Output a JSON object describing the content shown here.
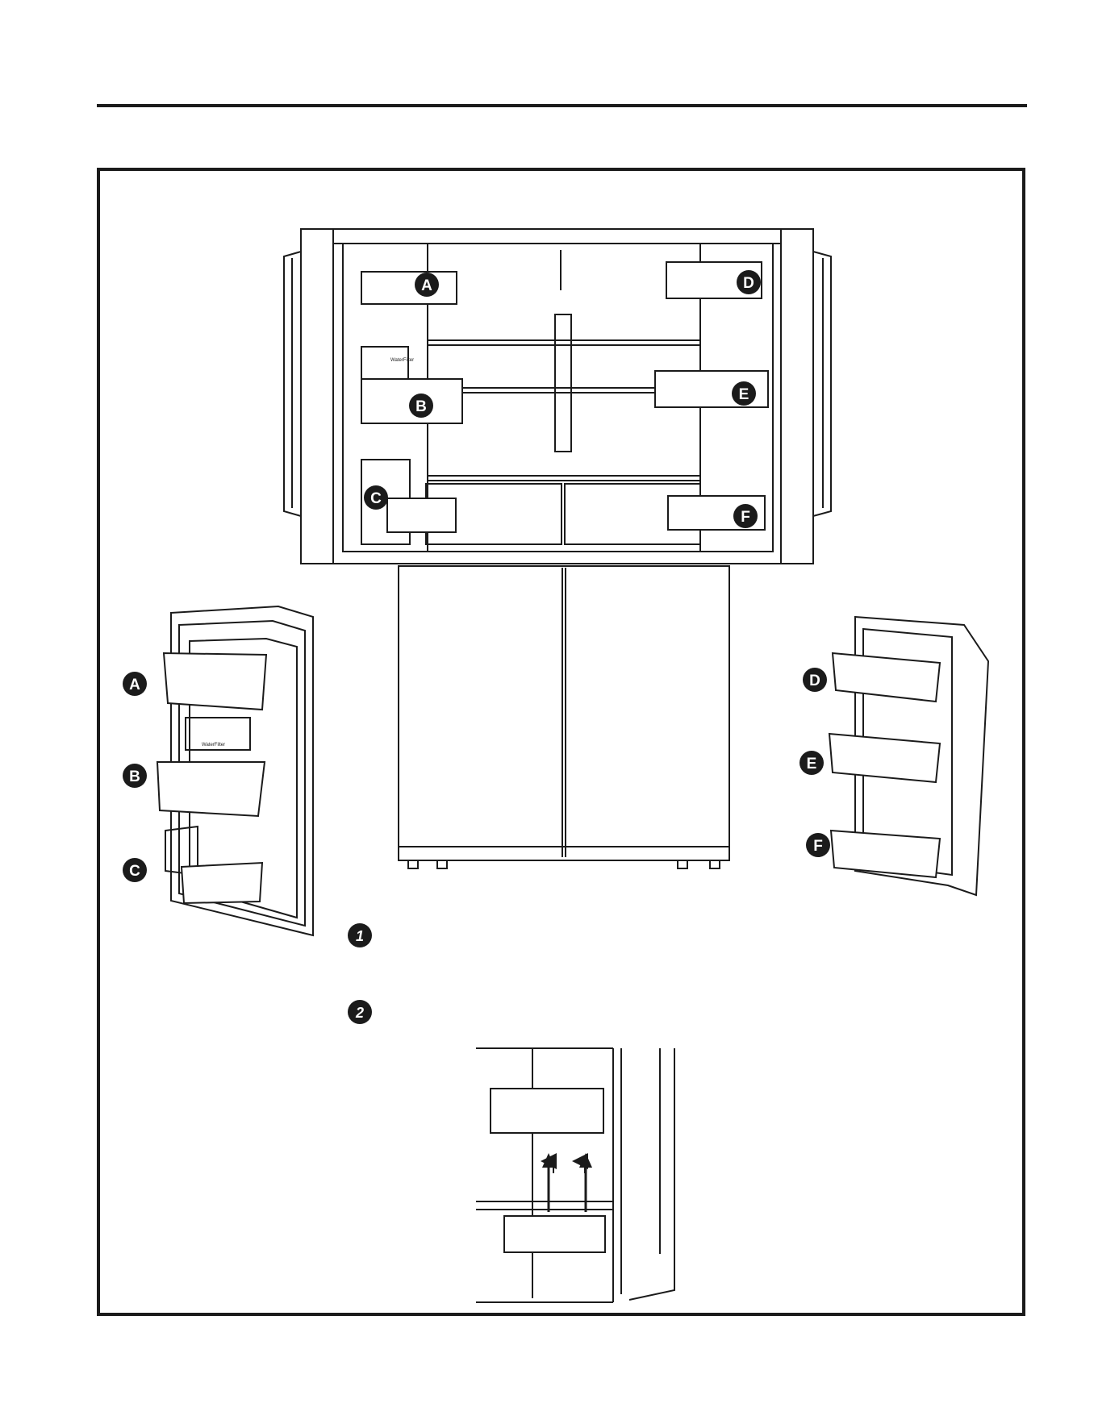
{
  "callouts": {
    "A": "A",
    "B": "B",
    "C": "C",
    "D": "D",
    "E": "E",
    "F": "F"
  },
  "steps": {
    "one": "1",
    "two": "2"
  },
  "filter_label": "WaterFilter",
  "colors": {
    "ink": "#1b1b1b",
    "paper": "#ffffff",
    "shade": "#e8e8e8"
  },
  "icons": {
    "arrow": "arrow-up-icon"
  }
}
